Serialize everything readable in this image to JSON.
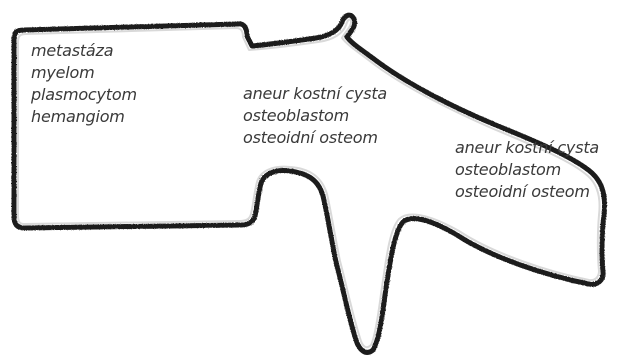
{
  "diagram": {
    "outline_color": "#1a1a1a",
    "fill_color": "#ffffff",
    "groups": {
      "body": {
        "lines": [
          "metastáza",
          "myelom",
          "plasmocytom",
          "hemangiom"
        ]
      },
      "arch": {
        "lines": [
          "aneur kostní cysta",
          "osteoblastom",
          "osteoidní osteom"
        ]
      },
      "process": {
        "lines": [
          "aneur kostní cysta",
          "osteoblastom",
          "osteoidní osteom"
        ]
      }
    }
  }
}
